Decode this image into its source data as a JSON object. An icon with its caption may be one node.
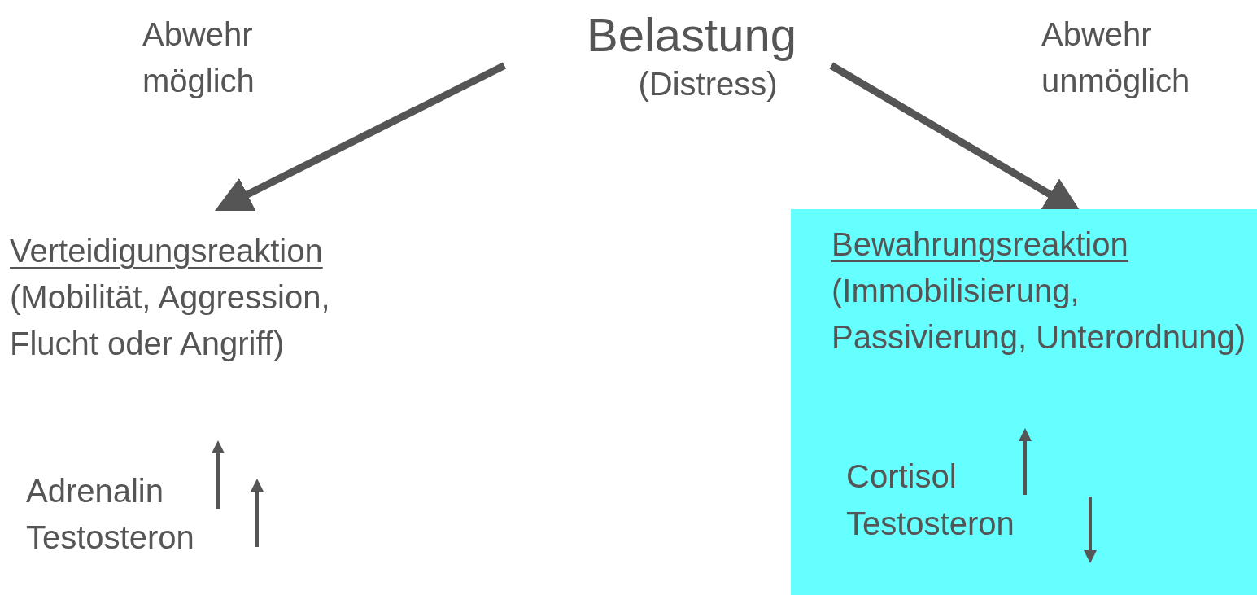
{
  "diagram": {
    "nodes": [
      {
        "text": [
          "Belastung",
          "(Distress)"
        ]
      },
      {
        "text": [
          "Verteidigungsreaktion",
          "(Mobilität, Aggression, Flucht oder Angriff)"
        ]
      },
      {
        "text": [
          "Bewahrungsreaktion",
          "(Immobilisierung, Passivierung, Unterordnung)"
        ]
      },
      {
        "text": [
          "Adrenalin"
        ]
      },
      {
        "text": [
          "Testosteron"
        ]
      },
      {
        "text": [
          "Cortisol"
        ],
        "in": 2
      },
      {
        "text": [
          "Testosteron"
        ],
        "in": 2
      }
    ],
    "edges": [
      {
        "from": 0,
        "to": 1,
        "arrow": "to",
        "label": "Abwehr möglich"
      },
      {
        "from": 0,
        "to": 2,
        "arrow": "to",
        "label": "Abwehr unmöglich"
      }
    ]
  }
}
